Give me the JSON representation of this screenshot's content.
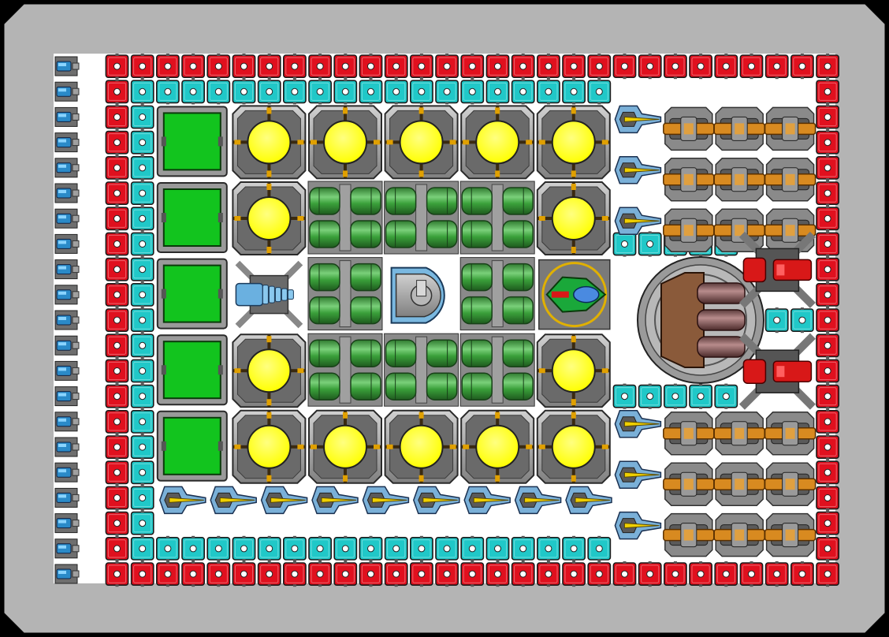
{
  "game": {
    "view": "ship-builder-top-down",
    "colors": {
      "frame": "#b4b4b4",
      "frame_edge": "#000000",
      "deck": "#ffffff",
      "armor_red": "#e0101e",
      "armor_cyan": "#20c8c8",
      "cargo_green": "#12c41e",
      "reactor_yellow": "#ffff00",
      "tank_green": "#3a9a3a",
      "thruster_blue": "#2a8ac8",
      "laser_yellow": "#f0d000",
      "cannon_orange": "#d88a20",
      "missile_red": "#d81818",
      "turret_brown": "#8a5a3a"
    },
    "ship": {
      "columns": 31,
      "rows": 21,
      "modules": [
        "armor-block",
        "armor-block-reinforced",
        "engine-nozzle",
        "cargo-container",
        "power-reactor",
        "fuel-tank",
        "ship-computer",
        "shield-emitter",
        "cockpit",
        "warp-thruster",
        "laser-turret",
        "autocannon",
        "heavy-rail-turret",
        "missile-launcher"
      ]
    }
  }
}
